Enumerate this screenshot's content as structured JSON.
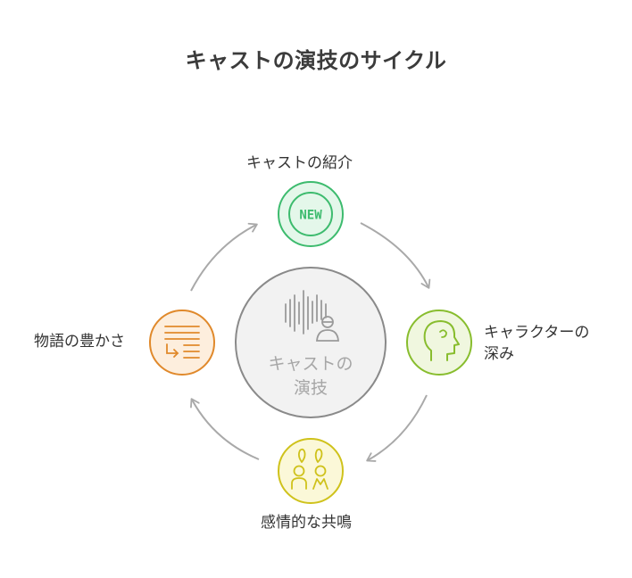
{
  "title": "キャストの演技のサイクル",
  "center": {
    "label_line1": "キャストの",
    "label_line2": "演技",
    "icon": "audio-wave-person-icon"
  },
  "stages": {
    "top": {
      "label": "キャストの紹介",
      "icon": "new-badge-icon",
      "icon_text": "NEW",
      "color": "#3dbb6e"
    },
    "right": {
      "label_line1": "キャラクターの",
      "label_line2": "深み",
      "icon": "head-profile-icon",
      "color": "#88bd2e"
    },
    "bottom": {
      "label": "感情的な共鳴",
      "icon": "two-people-icon",
      "color": "#cfc21b"
    },
    "left": {
      "label": "物語の豊かさ",
      "icon": "list-text-icon",
      "color": "#e0892b"
    }
  },
  "colors": {
    "arrow": "#a9a9a9",
    "center_stroke": "#8a8a8a",
    "center_fill": "#f2f2f2"
  }
}
